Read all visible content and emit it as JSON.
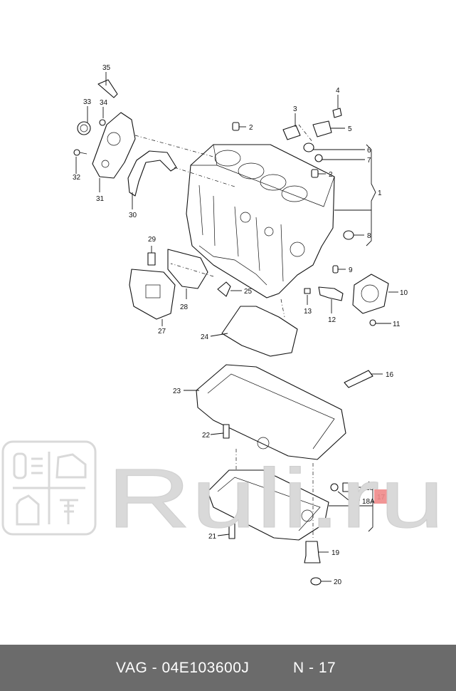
{
  "callouts": {
    "c1": "1",
    "c2a": "2",
    "c2b": "2",
    "c3": "3",
    "c4": "4",
    "c5": "5",
    "c6": "6",
    "c7": "7",
    "c8": "8",
    "c9": "9",
    "c10": "10",
    "c11": "11",
    "c12": "12",
    "c13": "13",
    "c16": "16",
    "c17": "17",
    "c18": "18",
    "c18a": "18A",
    "c19": "19",
    "c20": "20",
    "c21": "21",
    "c22": "22",
    "c23": "23",
    "c24": "24",
    "c25": "25",
    "c27": "27",
    "c28": "28",
    "c29": "29",
    "c30": "30",
    "c31": "31",
    "c32": "32",
    "c33": "33",
    "c34": "34",
    "c35": "35"
  },
  "highlight": {
    "color": "#f08a8a"
  },
  "watermark": {
    "text": "Ruli.ru",
    "color": "#d9d9d9"
  },
  "footer": {
    "part_code": "VAG - 04E103600J",
    "position": "N - 17",
    "background": "#6b6b6b"
  }
}
